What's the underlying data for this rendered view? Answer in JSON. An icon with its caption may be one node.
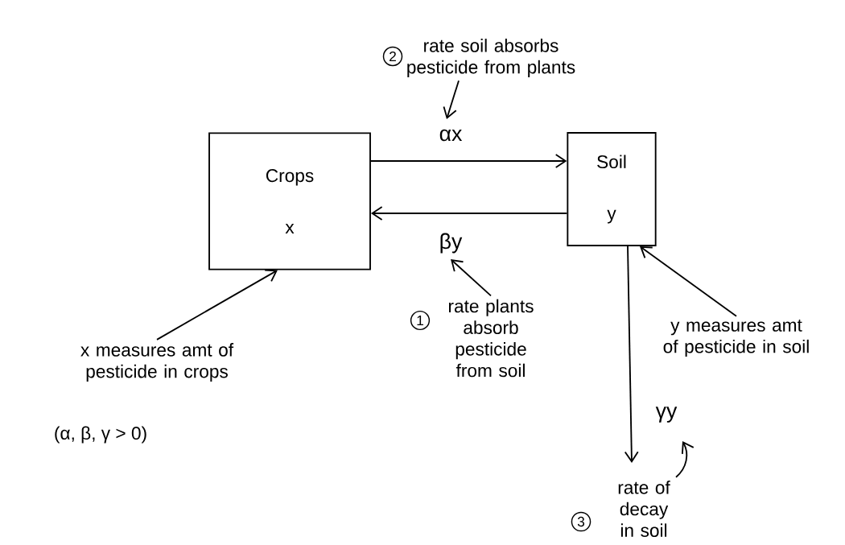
{
  "diagram": {
    "nodes": [
      {
        "text": [
          "Crops",
          "x"
        ]
      },
      {
        "text": [
          "Soil",
          "y"
        ]
      },
      {
        "text": [
          "x measures amt of pesticide in crops"
        ]
      },
      {
        "text": [
          "y measures amt of pesticide in soil"
        ]
      },
      {
        "text": [
          "rate plants absorb pesticide from soil"
        ],
        "beside": [
          "1"
        ]
      },
      {
        "text": [
          "rate soil absorbs pesticide from plants"
        ],
        "beside": [
          "2"
        ]
      },
      {
        "text": [
          "rate of decay in soil"
        ],
        "beside": [
          "3"
        ]
      }
    ],
    "edges": [
      {
        "from": 0,
        "to": 1,
        "arrow": "to",
        "label": "αx"
      },
      {
        "from": 1,
        "to": 0,
        "arrow": "to",
        "label": "βy"
      },
      {
        "from": 1,
        "to": null,
        "arrow": "to",
        "label": "γy"
      },
      {
        "from": 2,
        "to": 0,
        "arrow": "to"
      },
      {
        "from": 3,
        "to": 1,
        "arrow": "to"
      },
      {
        "from": 4,
        "to": null,
        "arrow": "to"
      },
      {
        "from": 5,
        "to": null,
        "arrow": "to"
      },
      {
        "from": 6,
        "to": null,
        "arrow": "to"
      }
    ],
    "labels": [
      "(α, β, γ > 0)"
    ]
  }
}
